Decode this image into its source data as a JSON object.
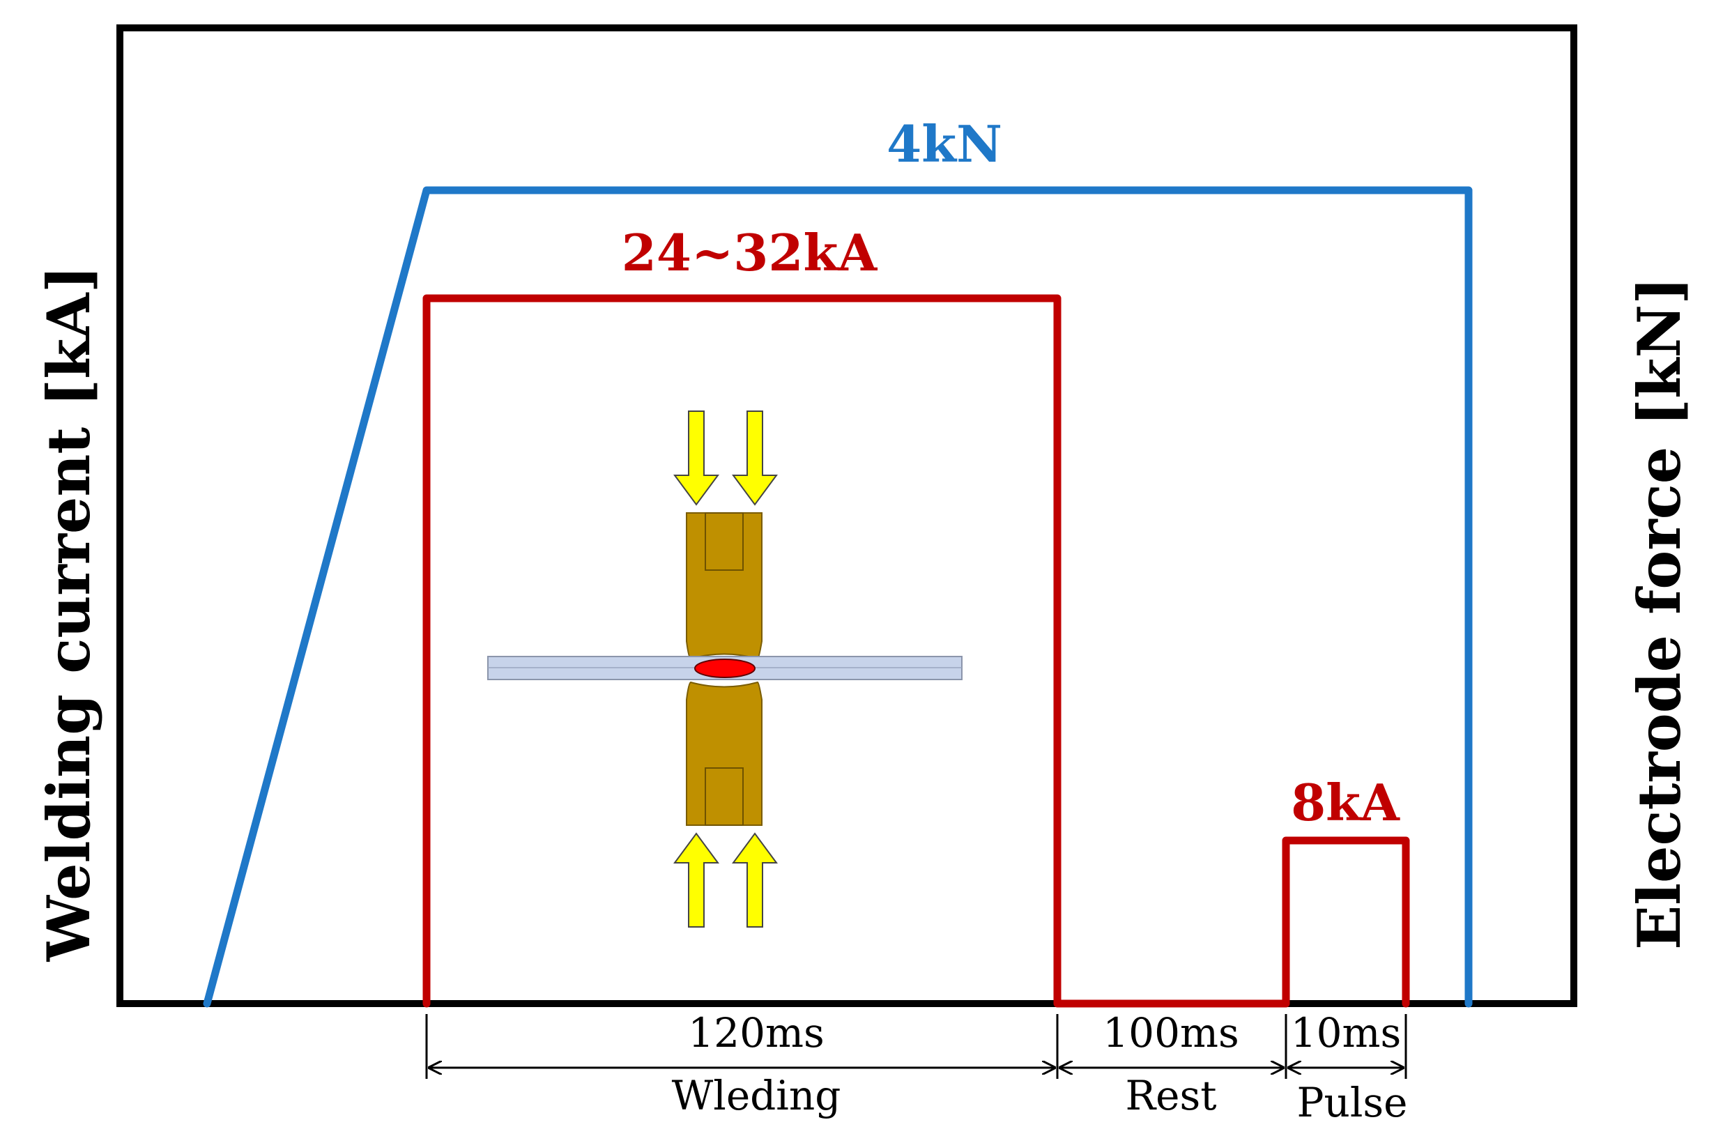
{
  "axes": {
    "left_label": "Welding current [kA]",
    "right_label": "Electrode force [kN]"
  },
  "force": {
    "label": "4kN",
    "value_kN": 4,
    "color": "#1f78c8"
  },
  "current": {
    "color": "#c00000",
    "weld_label": "24~32kA",
    "pulse_label": "8kA",
    "weld_range_kA": [
      24,
      32
    ],
    "pulse_kA": 8
  },
  "phases": [
    {
      "duration": "120ms",
      "name": "Wleding"
    },
    {
      "duration": "100ms",
      "name": "Rest"
    },
    {
      "duration": "10ms",
      "name": "Pulse"
    }
  ],
  "illustration": {
    "electrode_color": "#bf9000",
    "sheet_color": "#c7d3ea",
    "nugget_color": "#ff0000",
    "arrow_color": "#ffff00"
  }
}
